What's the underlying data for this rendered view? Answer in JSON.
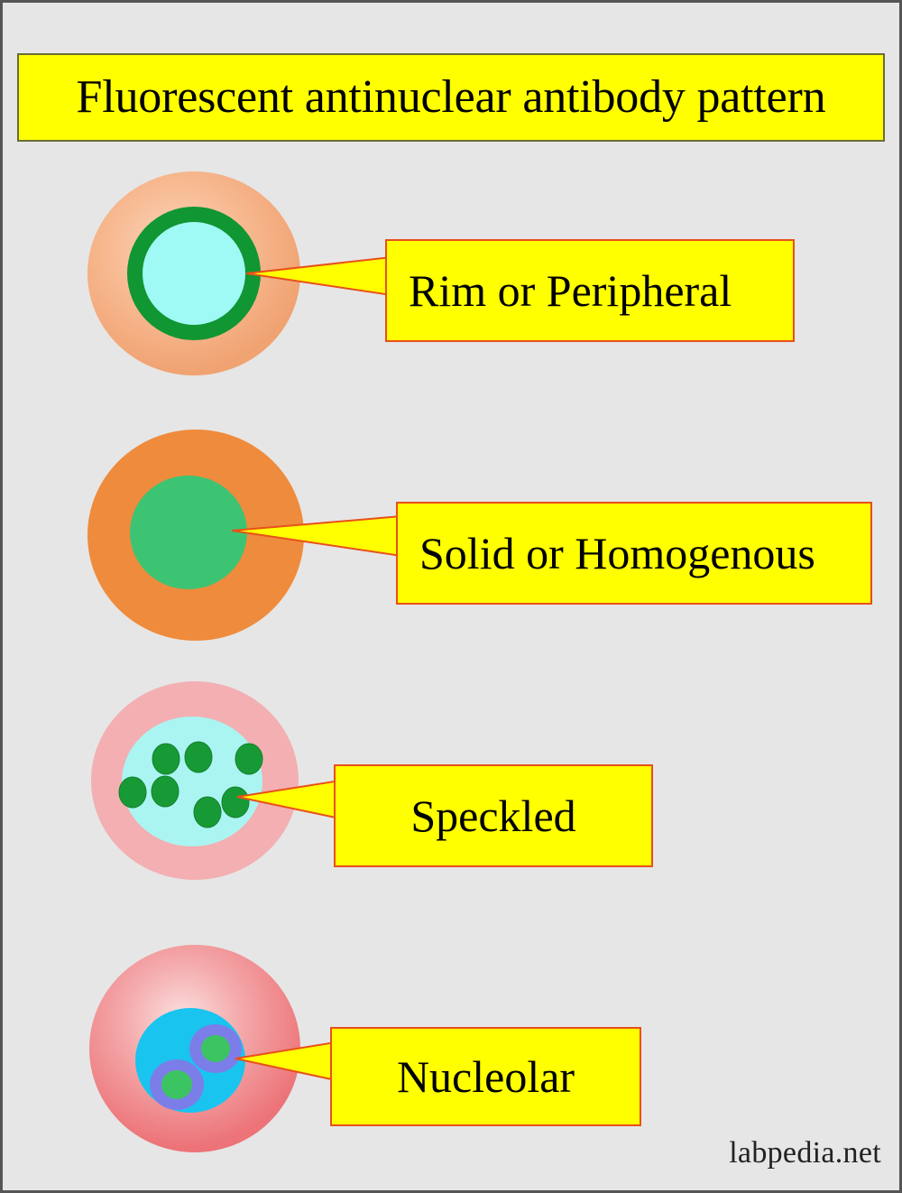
{
  "page": {
    "background_color": "#e6e6e6",
    "border_color": "#555555",
    "watermark": "labpedia.net"
  },
  "title": {
    "text": "Fluorescent antinuclear antibody pattern",
    "background_color": "#ffff00",
    "border_color": "#6b6b3a",
    "text_color": "#000000"
  },
  "callout_style": {
    "background_color": "#ffff00",
    "border_color": "#e8501b",
    "text_color": "#000000"
  },
  "patterns": [
    {
      "id": "rim-peripheral",
      "label": "Rim or Peripheral",
      "cytoplasm_color": "#f4a87a",
      "ring_color": "#109632",
      "nucleus_color": "#9ffaf5",
      "description_colors": [
        "#f4a87a",
        "#109632",
        "#9ffaf5"
      ]
    },
    {
      "id": "solid-homogenous",
      "label": "Solid or Homogenous",
      "cytoplasm_color": "#ef8b3c",
      "nucleus_color": "#3cc473",
      "description_colors": [
        "#ef8b3c",
        "#3cc473"
      ]
    },
    {
      "id": "speckled",
      "label": "Speckled",
      "cytoplasm_color": "#f3afb2",
      "nucleus_color": "#aaf5f2",
      "speckle_color": "#179a35",
      "speckle_count": 7,
      "description_colors": [
        "#f3afb2",
        "#aaf5f2",
        "#179a35"
      ]
    },
    {
      "id": "nucleolar",
      "label": "Nucleolar",
      "cytoplasm_color": "#ef8185",
      "nucleus_color": "#19c4ef",
      "nucleolus_ring_color": "#7b7ee8",
      "nucleolus_core_color": "#3cc463",
      "nucleolus_count": 2,
      "description_colors": [
        "#ef8185",
        "#19c4ef",
        "#7b7ee8",
        "#3cc463"
      ]
    }
  ]
}
